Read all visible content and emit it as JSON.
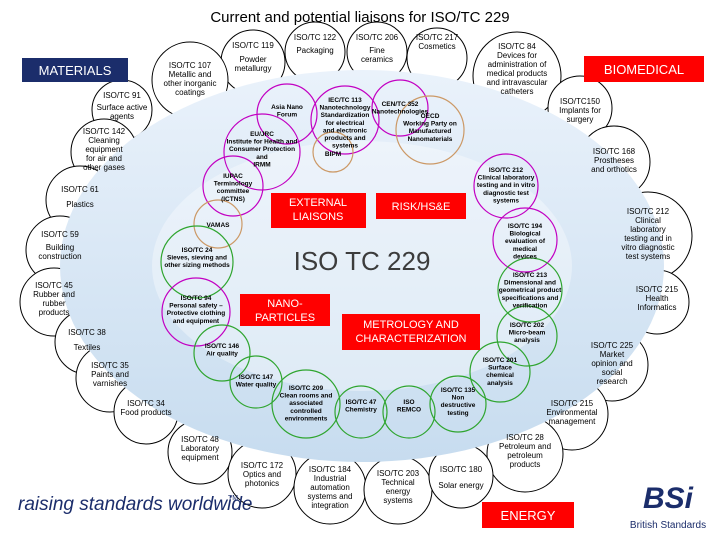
{
  "title": "Current and potential  liaisons for ISO/TC 229",
  "center": "ISO TC 229",
  "sections": {
    "materials": "MATERIALS",
    "biomedical": "BIOMEDICAL",
    "energy": "ENERGY",
    "external": [
      "EXTERNAL",
      "LIAISONS"
    ],
    "risk": "RISK/HS&E",
    "nano": [
      "NANO-",
      "PARTICLES"
    ],
    "metrology": [
      "METROLOGY AND",
      "CHARACTERIZATION"
    ]
  },
  "outer_nodes": [
    {
      "id": "tc119",
      "lines": [
        "ISO/TC 119"
      ]
    },
    {
      "id": "tc122",
      "lines": [
        "ISO/TC 122"
      ]
    },
    {
      "id": "tc206",
      "lines": [
        "ISO/TC 206"
      ]
    },
    {
      "id": "tc217",
      "lines": [
        "ISO/TC 217",
        "Cosmetics"
      ]
    },
    {
      "id": "powder",
      "lines": [
        "Powder",
        "metallurgy"
      ]
    },
    {
      "id": "packaging",
      "lines": [
        "Packaging"
      ]
    },
    {
      "id": "fineceramics",
      "lines": [
        "Fine",
        "ceramics"
      ]
    },
    {
      "id": "tc107",
      "lines": [
        "ISO/TC 107",
        "Metallic and",
        "other inorganic",
        "coatings"
      ]
    },
    {
      "id": "tc84",
      "lines": [
        "ISO/TC 84",
        "Devices for",
        "administration of",
        "medical products",
        "and intravascular",
        "catheters"
      ]
    },
    {
      "id": "tc91",
      "lines": [
        "ISO/TC 91"
      ]
    },
    {
      "id": "surface",
      "lines": [
        "Surface active",
        "agents"
      ]
    },
    {
      "id": "tc150",
      "lines": [
        "ISO/TC150",
        "Implants for",
        "surgery"
      ]
    },
    {
      "id": "tc142",
      "lines": [
        "ISO/TC 142",
        "Cleaning",
        "equipment",
        "for air and",
        "other gases"
      ]
    },
    {
      "id": "tc168",
      "lines": [
        "ISO/TC 168",
        "Prostheses",
        "and orthotics"
      ]
    },
    {
      "id": "tc61",
      "lines": [
        "ISO/TC 61"
      ]
    },
    {
      "id": "plastics",
      "lines": [
        "Plastics"
      ]
    },
    {
      "id": "tc212",
      "lines": [
        "ISO/TC 212",
        "Clinical",
        "laboratory",
        "testing and in",
        "vitro diagnostic",
        "test systems"
      ]
    },
    {
      "id": "tc59",
      "lines": [
        "ISO/TC 59"
      ]
    },
    {
      "id": "building",
      "lines": [
        "Building",
        "construction"
      ]
    },
    {
      "id": "tc45",
      "lines": [
        "ISO/TC 45",
        "Rubber and",
        "rubber",
        "products"
      ]
    },
    {
      "id": "tc215",
      "lines": [
        "ISO/TC 215",
        "Health",
        "Informatics"
      ]
    },
    {
      "id": "tc38",
      "lines": [
        "ISO/TC 38"
      ]
    },
    {
      "id": "textiles",
      "lines": [
        "Textiles"
      ]
    },
    {
      "id": "tc225",
      "lines": [
        "ISO/TC 225",
        "Market",
        "opinion and",
        "social",
        "research"
      ]
    },
    {
      "id": "tc35",
      "lines": [
        "ISO/TC 35",
        "Paints and",
        "varnishes"
      ]
    },
    {
      "id": "tc34",
      "lines": [
        "ISO/TC 34",
        "Food products"
      ]
    },
    {
      "id": "tc215b",
      "lines": [
        "ISO/TC 215",
        "Environmental",
        "management"
      ]
    },
    {
      "id": "tc48",
      "lines": [
        "ISO/TC 48",
        "Laboratory",
        "equipment"
      ]
    },
    {
      "id": "tc28",
      "lines": [
        "ISO/TC 28",
        "Petroleum and",
        "petroleum",
        "products"
      ]
    },
    {
      "id": "tc172",
      "lines": [
        "ISO/TC 172",
        "",
        "Optics and",
        "photonics"
      ]
    },
    {
      "id": "tc184",
      "lines": [
        "ISO/TC 184",
        "Industrial",
        "automation",
        "systems and",
        "integration"
      ]
    },
    {
      "id": "tc203",
      "lines": [
        "ISO/TC 203",
        "",
        "Technical",
        "energy",
        "systems"
      ]
    },
    {
      "id": "tc180",
      "lines": [
        "ISO/TC 180"
      ]
    },
    {
      "id": "solar",
      "lines": [
        "Solar energy"
      ]
    }
  ],
  "inner_nodes": [
    {
      "id": "asia",
      "lines": [
        "Asia Nano",
        "Forum"
      ]
    },
    {
      "id": "iectc113",
      "lines": [
        "IEC/TC 113",
        "Nanotechnology",
        "Standardization",
        "for electrical",
        "and electronic",
        "products and",
        "systems"
      ]
    },
    {
      "id": "cen352",
      "lines": [
        "CEN/TC 352",
        "Nanotechnologies"
      ]
    },
    {
      "id": "eujrc",
      "lines": [
        "EU/JRC",
        "Institute for Health and",
        "Consumer Protection",
        "and",
        "IRMM"
      ]
    },
    {
      "id": "bipm",
      "lines": [
        "BIPM"
      ]
    },
    {
      "id": "oecd",
      "lines": [
        "OECD",
        "Working Party on",
        "Manufactured",
        "Nanomaterials"
      ]
    },
    {
      "id": "iupac",
      "lines": [
        "IUPAC",
        "Terminology",
        "committee",
        "(ICTNS)"
      ]
    },
    {
      "id": "tc212c",
      "lines": [
        "ISO/TC 212",
        "Clinical laboratory",
        "testing and in vitro",
        "diagnostic test",
        "systems"
      ]
    },
    {
      "id": "vamas",
      "lines": [
        "VAMAS"
      ]
    },
    {
      "id": "tc194",
      "lines": [
        "ISO/TC 194",
        "Biological",
        "evaluation of",
        "medical",
        "devices"
      ]
    },
    {
      "id": "tc24",
      "lines": [
        "ISO/TC 24",
        "Sieves, sieving and",
        "other sizing methods"
      ]
    },
    {
      "id": "tc213",
      "lines": [
        "ISO/TC 213",
        "Dimensional and",
        "geometrical product",
        "specifications and",
        "verification"
      ]
    },
    {
      "id": "tc94",
      "lines": [
        "ISO/TC 94",
        "Personal safety –",
        "Protective clothing",
        "and equipment"
      ]
    },
    {
      "id": "tc202",
      "lines": [
        "ISO/TC 202",
        "Micro-beam",
        "analysis"
      ]
    },
    {
      "id": "tc146",
      "lines": [
        "ISO/TC 146",
        "Air quality"
      ]
    },
    {
      "id": "tc201",
      "lines": [
        "ISO/TC 201",
        "Surface",
        "chemical",
        "analysis"
      ]
    },
    {
      "id": "tc147",
      "lines": [
        "ISO/TC 147",
        "Water quality"
      ]
    },
    {
      "id": "tc209",
      "lines": [
        "ISO/TC 209",
        "Clean rooms and",
        "associated",
        "controlled",
        "environments"
      ]
    },
    {
      "id": "tc47",
      "lines": [
        "ISO/TC 47",
        "",
        "Chemistry"
      ]
    },
    {
      "id": "remco",
      "lines": [
        "ISO",
        "",
        "REMCO"
      ]
    },
    {
      "id": "tc135",
      "lines": [
        "ISO/TC 135",
        "Non",
        "destructive",
        "testing"
      ]
    }
  ],
  "footer": {
    "tagline": "raising standards worldwide",
    "tm": "TM",
    "logo_letters": "BSi",
    "logo_caption": "British Standards"
  },
  "colors": {
    "ring": "#cfe2f3",
    "purple": "#c200c2",
    "green": "#2fa52f",
    "tan": "#cc9966",
    "red": "#ff0000",
    "navy": "#1b2d6b"
  }
}
